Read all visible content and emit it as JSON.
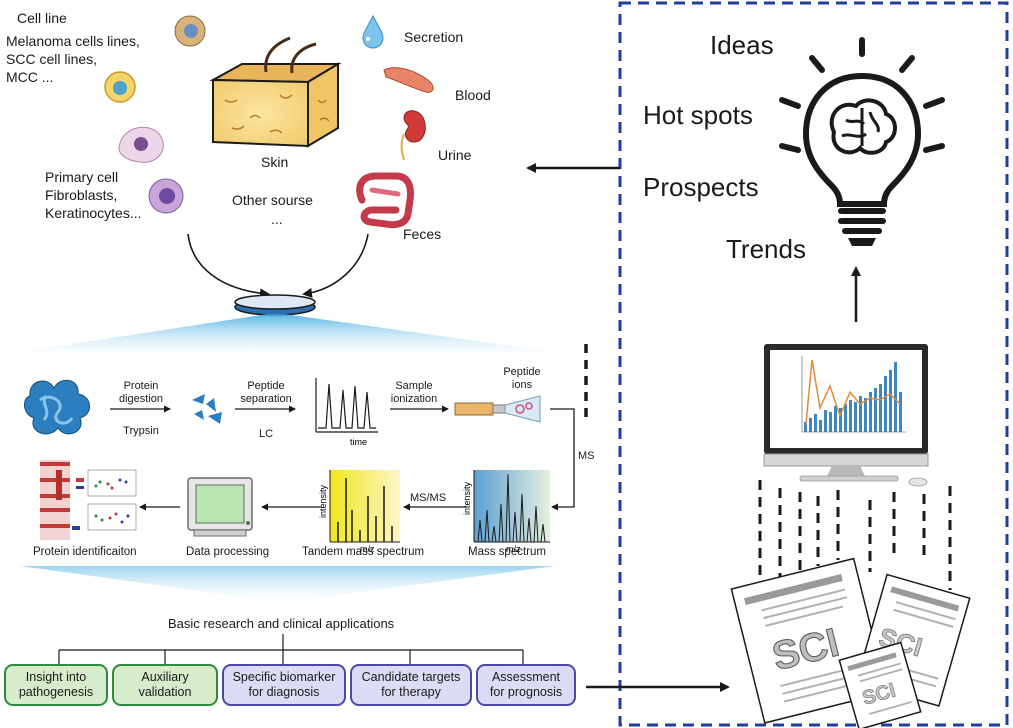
{
  "sources": {
    "cell_line_title": "Cell line",
    "cell_line_1": "Melanoma cells lines,",
    "cell_line_2": "SCC cell lines,",
    "cell_line_3": "MCC ...",
    "primary_1": "Primary cell",
    "primary_2": "Fibroblasts,",
    "primary_3": "Keratinocytes...",
    "skin": "Skin",
    "other_1": "Other sourse",
    "other_2": "...",
    "secretion": "Secretion",
    "blood": "Blood",
    "urine": "Urine",
    "feces": "Feces"
  },
  "workflow": {
    "digestion_1": "Protein",
    "digestion_2": "digestion",
    "trypsin": "Trypsin",
    "separation_1": "Peptide",
    "separation_2": "separation",
    "lc": "LC",
    "time": "time",
    "ionization_1": "Sample",
    "ionization_2": "ionization",
    "ions_1": "Peptide",
    "ions_2": "ions",
    "ms": "MS",
    "msms": "MS/MS",
    "intensity": "intensity",
    "mz": "m/z",
    "protein_identification": "Protein identificaiton",
    "data_processing": "Data processing",
    "tandem_spectrum": "Tandem mass spectrum",
    "mass_spectrum": "Mass spectrum"
  },
  "applications": {
    "title": "Basic research and clinical applications",
    "boxes": [
      {
        "label": "Insight into\npathogenesis",
        "style": "green"
      },
      {
        "label": "Auxiliary\nvalidation",
        "style": "green"
      },
      {
        "label": "Specific biomarker\nfor diagnosis",
        "style": "blue"
      },
      {
        "label": "Candidate targets\nfor therapy",
        "style": "blue"
      },
      {
        "label": "Assessment\nfor prognosis",
        "style": "blue"
      }
    ]
  },
  "insights": {
    "ideas": "Ideas",
    "hot_spots": "Hot spots",
    "prospects": "Prospects",
    "trends": "Trends"
  },
  "papers": {
    "label": "SCI"
  },
  "colors": {
    "dash_border": "#1f3fa0",
    "green_fill": "#d7eccb",
    "green_border": "#2f8a3c",
    "blue_fill": "#dcdcf6",
    "blue_border": "#4a4aa6",
    "spectrum_blue": "#3f86c0",
    "spectrum_yellow": "#f0e52a"
  }
}
